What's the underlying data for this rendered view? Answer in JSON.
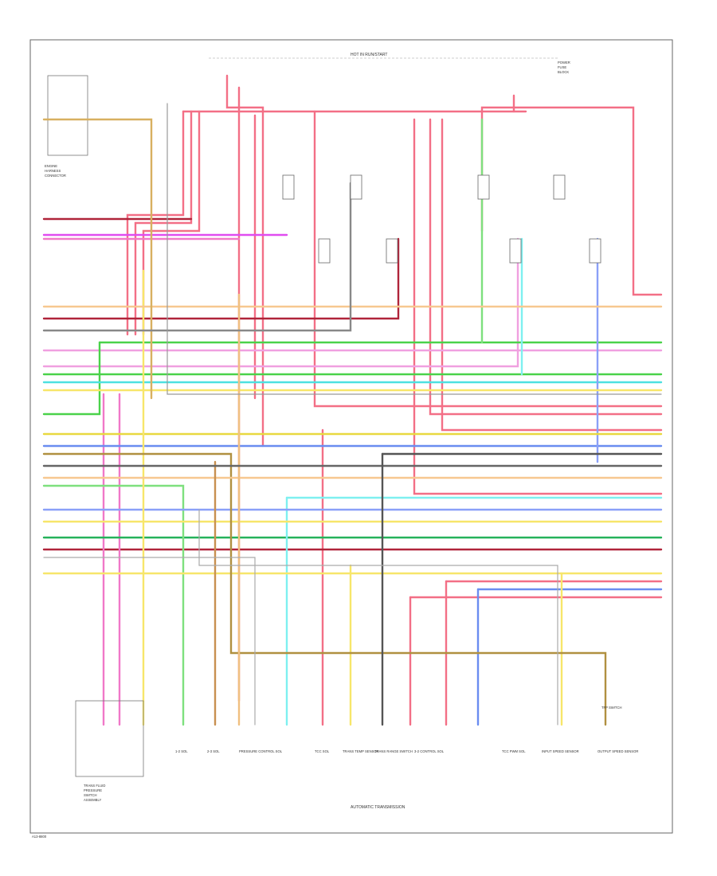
{
  "diagram": {
    "top_bus_label": "HOT IN RUN/START",
    "top_right_label": [
      "POWER",
      "FUSE",
      "BLOCK"
    ],
    "left_connector_label": [
      "ENGINE",
      "HARNESS",
      "CONNECTOR"
    ],
    "section_label": "AUTOMATIC TRANSMISSION",
    "footer_code": "A13-8800",
    "bottom_components": [
      "1-2 SOL",
      "2-3 SOL",
      "PRESSURE CONTROL SOL",
      "TCC SOL",
      "TRANS TEMP SENSOR",
      "TRANS RANGE SWITCH",
      "3-2 CONTROL SOL",
      "TCC PWM SOL",
      "INPUT SPEED SENSOR",
      "OUTPUT SPEED SENSOR",
      "TFP SWITCH"
    ],
    "bottom_left_component": [
      "TRANS FLUID",
      "PRESSURE",
      "SWITCH",
      "ASSEMBLY"
    ]
  }
}
